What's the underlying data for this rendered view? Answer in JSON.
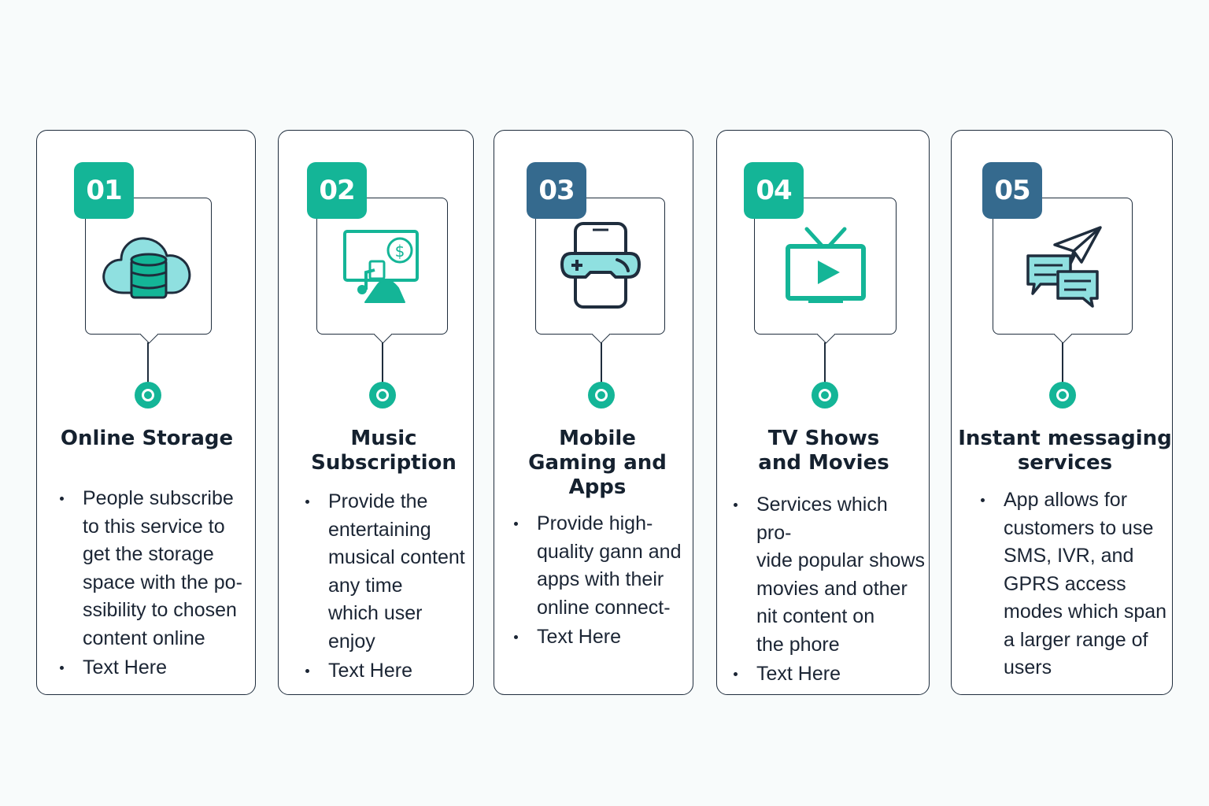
{
  "colors": {
    "teal": "#14b597",
    "navy": "#356a8e",
    "outline": "#1f2d3d",
    "iconFill": "#8fe0e0"
  },
  "steps": [
    {
      "number": "01",
      "badge_color": "#14b597",
      "icon": "cloud-database-icon",
      "title": "Online Storage",
      "bullets": [
        "People subscribe\nto this service to\nget the storage\nspace with the po-\nssibility to chosen\ncontent online",
        "Text Here"
      ]
    },
    {
      "number": "02",
      "badge_color": "#14b597",
      "icon": "music-subscription-monitor-icon",
      "title": "Music\nSubscription",
      "bullets": [
        "Provide the\nentertaining\nmusical content\nany time\nwhich user enjoy",
        "Text Here"
      ]
    },
    {
      "number": "03",
      "badge_color": "#356a8e",
      "icon": "mobile-gamepad-icon",
      "title": "Mobile\nGaming  and\nApps",
      "bullets": [
        "Provide high-\nquality gann and\napps with their\nonline connect-",
        "Text Here"
      ]
    },
    {
      "number": "04",
      "badge_color": "#14b597",
      "icon": "tv-play-icon",
      "title": "TV Shows\nand Movies",
      "bullets": [
        "Services which pro-\nvide popular shows\nmovies and other\nnit content on\nthe phore",
        "Text Here"
      ]
    },
    {
      "number": "05",
      "badge_color": "#356a8e",
      "icon": "chat-paper-plane-icon",
      "title": "Instant messaging\nservices",
      "bullets": [
        "App allows for\ncustomers to use\nSMS, IVR, and\nGPRS access\nmodes which span\na larger range of\nusers"
      ]
    }
  ]
}
